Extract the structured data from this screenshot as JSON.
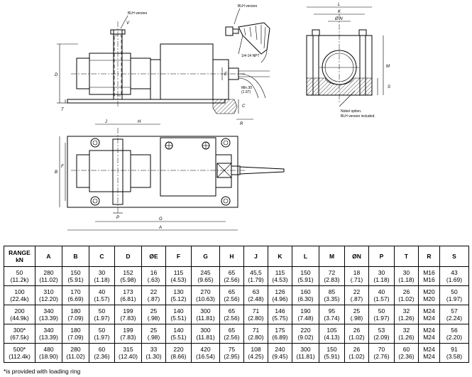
{
  "drawing": {
    "labels": {
      "blh_version_1": "BLH version",
      "blh_version_2": "BLH version",
      "npt": "1/4-14 NPT",
      "min_30": "Min.30",
      "min_30_in": "(1.97)",
      "nobel_option": "Nobel option.",
      "blh_included": "BLH version included.",
      "dim_l": "L",
      "dim_k": "K",
      "dim_n": "Ø N",
      "dim_m": "M",
      "dim_s": "S",
      "dim_d": "D",
      "dim_t": "T",
      "dim_e": "E",
      "dim_c": "C",
      "dim_r": "R",
      "dim_j": "J",
      "dim_h": "H",
      "dim_b": "B",
      "dim_f": "F",
      "dim_p": "P",
      "dim_g": "G",
      "dim_a": "A",
      "dim_e2": "ØE"
    }
  },
  "table": {
    "headers": [
      "RANGE kN",
      "A",
      "B",
      "C",
      "D",
      "ØE",
      "F",
      "G",
      "H",
      "J",
      "K",
      "L",
      "M",
      "ØN",
      "P",
      "T",
      "R",
      "S"
    ],
    "header_range_line1": "RANGE",
    "header_range_line2": "kN",
    "rows": [
      {
        "range": [
          "50",
          "(11.2k)"
        ],
        "cells": [
          [
            "280",
            "(11.02)"
          ],
          [
            "150",
            "(5.91)"
          ],
          [
            "30",
            "(1.18)"
          ],
          [
            "152",
            "(5.98)"
          ],
          [
            "16",
            "(.63)"
          ],
          [
            "115",
            "(4.53)"
          ],
          [
            "245",
            "(9.65)"
          ],
          [
            "65",
            "(2.56)"
          ],
          [
            "45,5",
            "(1.79)"
          ],
          [
            "115",
            "(4.53)"
          ],
          [
            "150",
            "(5.91)"
          ],
          [
            "72",
            "(2.83)"
          ],
          [
            "18",
            "(.71)"
          ],
          [
            "30",
            "(1.18)"
          ],
          [
            "30",
            "(1.18)"
          ],
          [
            "M16",
            "M16"
          ],
          [
            "43",
            "(1.69)"
          ]
        ]
      },
      {
        "range": [
          "100",
          "(22.4k)"
        ],
        "cells": [
          [
            "310",
            "(12.20)"
          ],
          [
            "170",
            "(6.69)"
          ],
          [
            "40",
            "(1.57)"
          ],
          [
            "173",
            "(6.81)"
          ],
          [
            "22",
            "(.87)"
          ],
          [
            "130",
            "(5.12)"
          ],
          [
            "270",
            "(10.63)"
          ],
          [
            "65",
            "(2.56)"
          ],
          [
            "63",
            "(2.48)"
          ],
          [
            "126",
            "(4.96)"
          ],
          [
            "160",
            "(6.30)"
          ],
          [
            "85",
            "(3.35)"
          ],
          [
            "22",
            "(.87)"
          ],
          [
            "40",
            "(1.57)"
          ],
          [
            "26",
            "(1.02)"
          ],
          [
            "M20",
            "M20"
          ],
          [
            "50",
            "(1.97)"
          ]
        ]
      },
      {
        "range": [
          "200",
          "(44.9k)"
        ],
        "cells": [
          [
            "340",
            "(13.39)"
          ],
          [
            "180",
            "(7.09)"
          ],
          [
            "50",
            "(1.97)"
          ],
          [
            "199",
            "(7.83)"
          ],
          [
            "25",
            "(.98)"
          ],
          [
            "140",
            "(5.51)"
          ],
          [
            "300",
            "(11.81)"
          ],
          [
            "65",
            "(2.56)"
          ],
          [
            "71",
            "(2.80)"
          ],
          [
            "146",
            "(5.75)"
          ],
          [
            "190",
            "(7.48)"
          ],
          [
            "95",
            "(3.74)"
          ],
          [
            "25",
            "(.98)"
          ],
          [
            "50",
            "(1.97)"
          ],
          [
            "32",
            "(1.26)"
          ],
          [
            "M24",
            "M24"
          ],
          [
            "57",
            "(2.24)"
          ]
        ]
      },
      {
        "range": [
          "300*",
          "(67.5k)"
        ],
        "cells": [
          [
            "340",
            "(13.39)"
          ],
          [
            "180",
            "(7.09)"
          ],
          [
            "50",
            "(1.97)"
          ],
          [
            "199",
            "(7.83)"
          ],
          [
            "25",
            "(.98)"
          ],
          [
            "140",
            "(5.51)"
          ],
          [
            "300",
            "(11.81)"
          ],
          [
            "65",
            "(2.56)"
          ],
          [
            "71",
            "(2.80)"
          ],
          [
            "175",
            "(6.89)"
          ],
          [
            "220",
            "(9.02)"
          ],
          [
            "105",
            "(4.13)"
          ],
          [
            "26",
            "(1.02)"
          ],
          [
            "53",
            "(2.09)"
          ],
          [
            "32",
            "(1.26)"
          ],
          [
            "M24",
            "M24"
          ],
          [
            "56",
            "(2.20)"
          ]
        ]
      },
      {
        "range": [
          "500*",
          "(112.4k)"
        ],
        "cells": [
          [
            "480",
            "(18.90)"
          ],
          [
            "280",
            "(11.02)"
          ],
          [
            "60",
            "(2.36)"
          ],
          [
            "315",
            "(12.40)"
          ],
          [
            "33",
            "(1.30)"
          ],
          [
            "220",
            "(8.66)"
          ],
          [
            "420",
            "(16.54)"
          ],
          [
            "75",
            "(2.95)"
          ],
          [
            "108",
            "(4.25)"
          ],
          [
            "240",
            "(9.45)"
          ],
          [
            "300",
            "(11.81)"
          ],
          [
            "150",
            "(5.91)"
          ],
          [
            "26",
            "(1.02)"
          ],
          [
            "70",
            "(2.76)"
          ],
          [
            "60",
            "(2.36)"
          ],
          [
            "M24",
            "M24"
          ],
          [
            "91",
            "(3.58)"
          ]
        ]
      }
    ],
    "footnote": "*is provided with loading ring"
  }
}
